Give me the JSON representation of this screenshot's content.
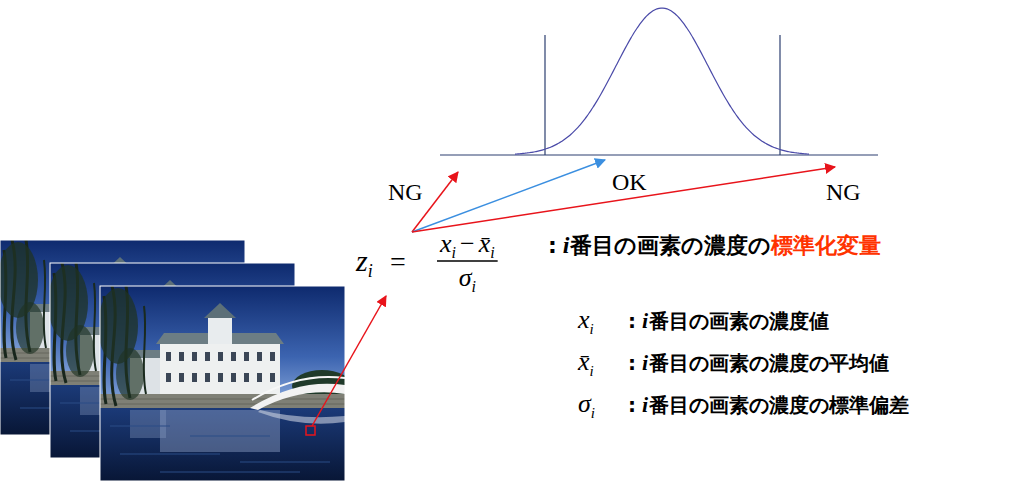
{
  "diagram": {
    "labels": [
      "NG",
      "OK",
      "NG",
      "z",
      "i",
      "=",
      "x",
      "i",
      "−",
      "x̄",
      "i",
      "σ",
      "i",
      ":",
      "i",
      "番目の画素の濃度の",
      "標準化変量",
      "x",
      "i",
      ":",
      "i",
      "番目の画素の濃度値",
      "x̄",
      "i",
      ":",
      "i",
      "番目の画素の濃度の平均値",
      "σ",
      "i",
      ":",
      "i",
      "番目の画素の濃度の標準偏差"
    ]
  }
}
